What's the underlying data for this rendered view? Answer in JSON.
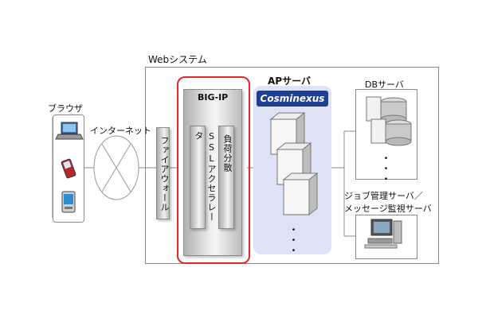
{
  "system_label": "Webシステム",
  "browser": {
    "label": "ブラウザ"
  },
  "internet": {
    "label": "インターネット"
  },
  "firewall": {
    "label": "ファイアウォール"
  },
  "bigip": {
    "label": "BIG-IP",
    "ssl_label": "SSLアクセラレータ",
    "lb_label": "負荷分散",
    "accent": "#e0262c"
  },
  "ap_server": {
    "label": "APサーバ",
    "product_name": "Cosminexus",
    "dots": "・・・",
    "bg_color": "#dde2f6"
  },
  "db_server": {
    "label": "DBサーバ",
    "dots": "・・・"
  },
  "job_server": {
    "line1": "ジョブ管理サーバ／",
    "line2": "メッセージ監視サーバ"
  }
}
